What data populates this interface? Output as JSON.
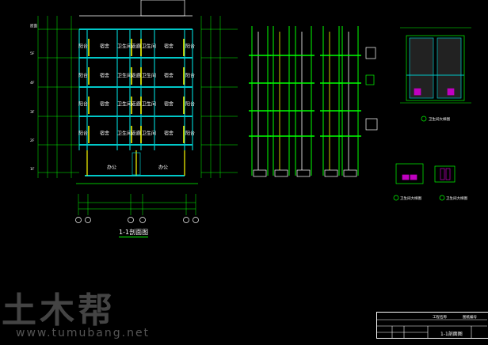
{
  "drawing": {
    "section_title": "1-1剖面图",
    "rooms": {
      "dorm": "宿舍",
      "toilet": "卫生间",
      "corridor": "走廊",
      "balcony": "阳台",
      "office": "办公"
    },
    "floor_levels": [
      "屋面",
      "5F",
      "4F",
      "3F",
      "2F",
      "1F"
    ],
    "detail_titles": [
      "卫生间大样图",
      "卫生间大样图",
      "卫生间大样图"
    ]
  },
  "title_block": {
    "drawing_name": "1-1剖面图",
    "project": "工程名称",
    "number": "图纸编号"
  },
  "watermark": {
    "logo": "土木帮",
    "url": "www.tumubang.net"
  },
  "colors": {
    "bg": "#000000",
    "line_green": "#00ff00",
    "line_cyan": "#00c8c8",
    "line_yellow": "#ffff00",
    "line_white": "#ffffff",
    "hatch_magenta": "#c000c0"
  }
}
